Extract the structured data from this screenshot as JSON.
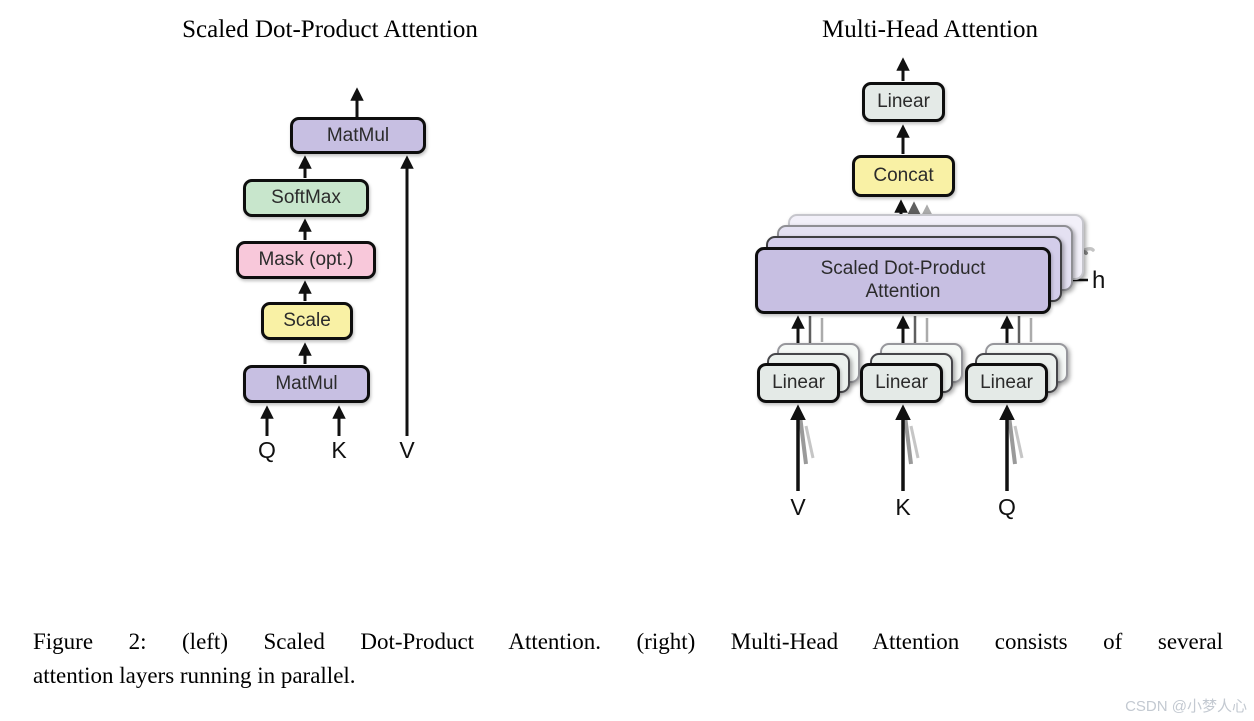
{
  "titles": {
    "left": "Scaled Dot-Product Attention",
    "right": "Multi-Head Attention"
  },
  "left_diagram": {
    "boxes": {
      "matmul_top": "MatMul",
      "softmax": "SoftMax",
      "mask": "Mask (opt.)",
      "scale": "Scale",
      "matmul_bottom": "MatMul"
    },
    "inputs": {
      "q": "Q",
      "k": "K",
      "v": "V"
    }
  },
  "right_diagram": {
    "boxes": {
      "linear_out": "Linear",
      "concat": "Concat",
      "sdpa_line1": "Scaled Dot-Product",
      "sdpa_line2": "Attention",
      "linear_v": "Linear",
      "linear_k": "Linear",
      "linear_q": "Linear"
    },
    "inputs": {
      "v": "V",
      "k": "K",
      "q": "Q"
    },
    "head_count_label": "h"
  },
  "caption": {
    "line1": "Figure 2: (left) Scaled Dot-Product Attention. (right) Multi-Head Attention consists of several",
    "line2": "attention layers running in parallel."
  },
  "watermark": "CSDN @小梦人心",
  "colors": {
    "box_purple": "#c7bfe2",
    "box_green": "#c8e6cc",
    "box_pink": "#f8c8da",
    "box_yellow": "#f9f1a5",
    "box_gray": "#e4eae7",
    "border": "#0e0e0e",
    "arrow_black": "#111111",
    "arrow_gray": "#5f5f5f",
    "arrow_light_gray": "#ababab",
    "watermark_gray": "#c3c9d1"
  }
}
